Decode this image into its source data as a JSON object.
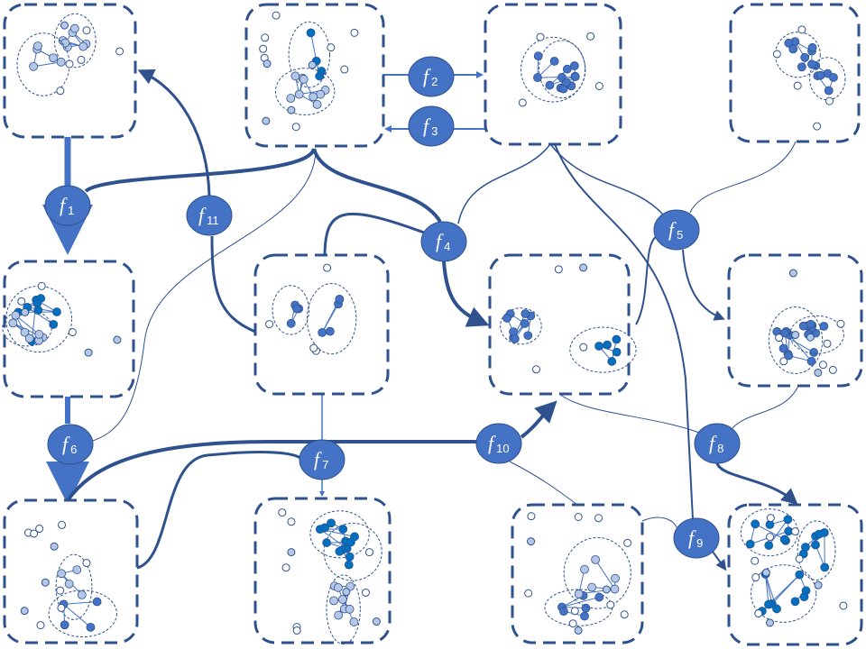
{
  "diagram": {
    "functions": [
      {
        "name": "f",
        "sub": "1"
      },
      {
        "name": "f",
        "sub": "2"
      },
      {
        "name": "f",
        "sub": "3"
      },
      {
        "name": "f",
        "sub": "4"
      },
      {
        "name": "f",
        "sub": "5"
      },
      {
        "name": "f",
        "sub": "6"
      },
      {
        "name": "f",
        "sub": "7"
      },
      {
        "name": "f",
        "sub": "8"
      },
      {
        "name": "f",
        "sub": "9"
      },
      {
        "name": "f",
        "sub": "10"
      },
      {
        "name": "f",
        "sub": "11"
      }
    ],
    "colors": {
      "box": "#2f528f",
      "node": "#0070c0",
      "node_mid": "#4472c4",
      "node_light": "#b4c7e7",
      "function": "#4472c4"
    }
  }
}
